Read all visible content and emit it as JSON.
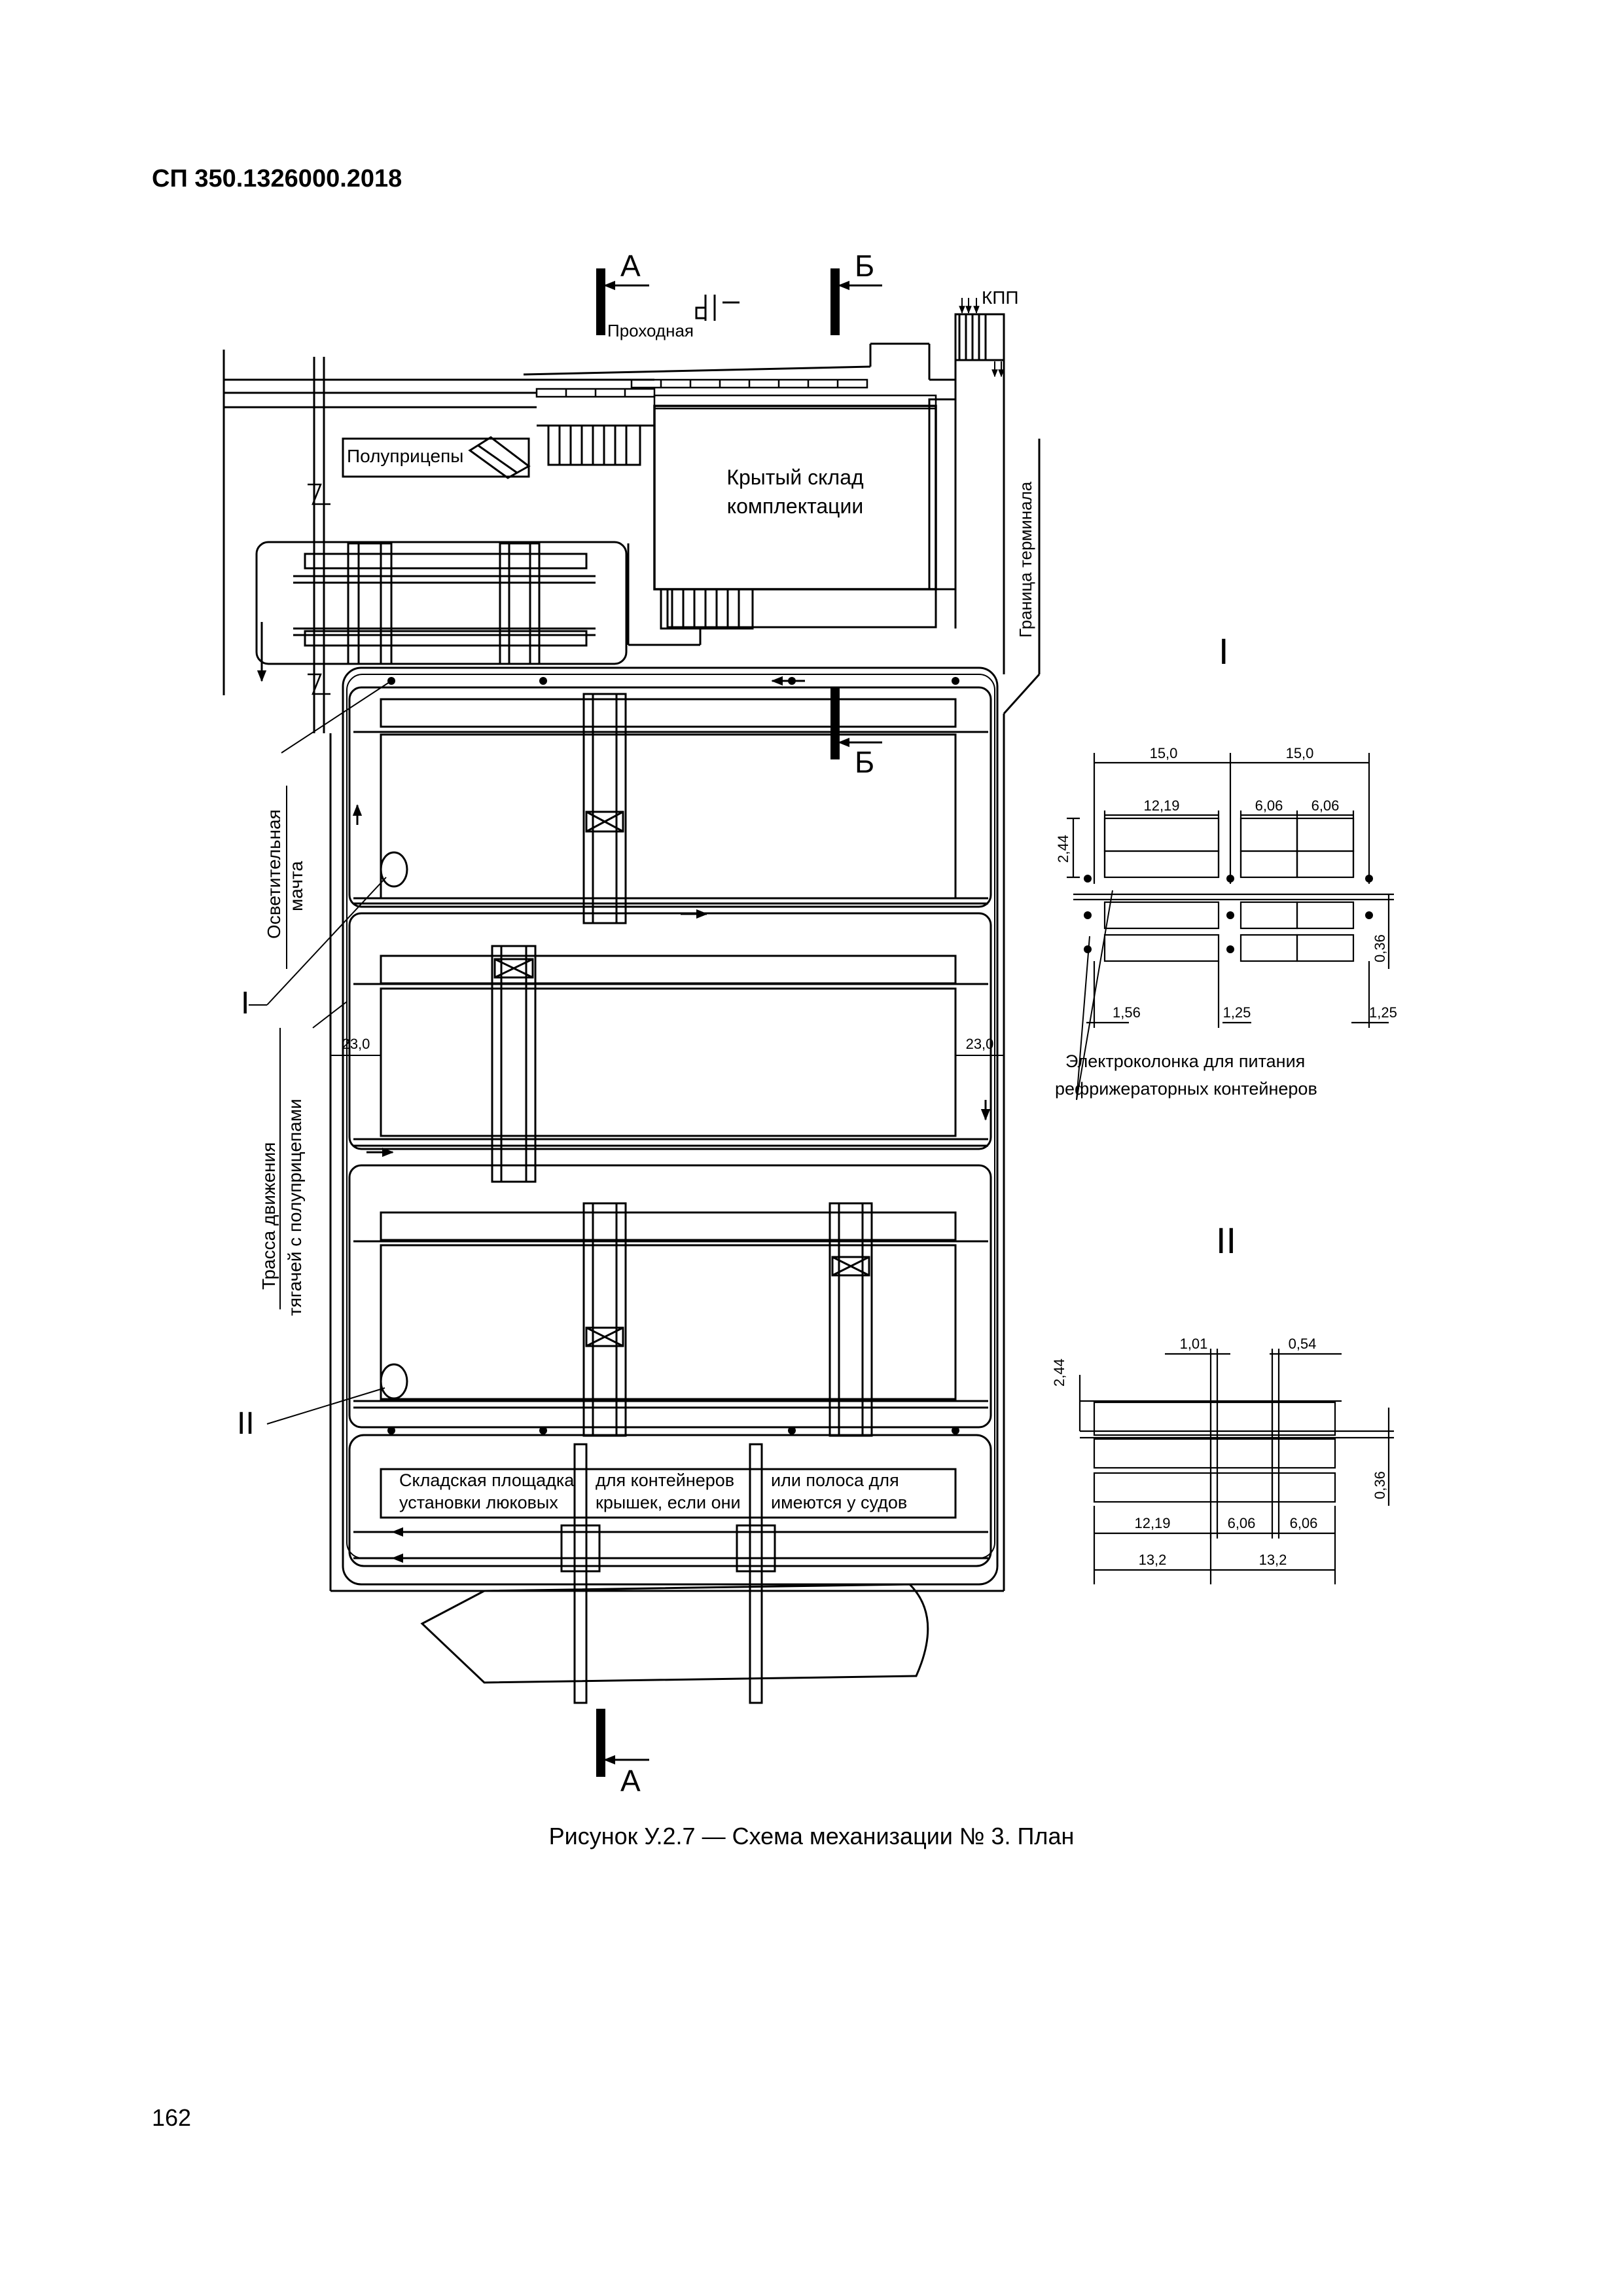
{
  "header": {
    "doc_code": "СП 350.1326000.2018"
  },
  "page": {
    "number": "162"
  },
  "figure": {
    "caption": "Рисунок У.2.7  — Схема механизации № 3. План"
  },
  "labels": {
    "section_a": "А",
    "section_b": "Б",
    "checkpoint": "Проходная",
    "kpp": "КПП",
    "semitrailers": "Полуприцепы",
    "warehouse_line1": "Крытый склад",
    "warehouse_line2": "комплектации",
    "terminal_boundary": "Граница терминала",
    "lighting_mast_line1": "Осветительная",
    "lighting_mast_line2": "мачта",
    "route_line1": "Трасса движения",
    "route_line2": "тягачей с полуприцепами",
    "hatch_area_line1_part1": "Складская площадка",
    "hatch_area_line1_part2": "для контейнеров",
    "hatch_area_line1_part3": "или полоса для",
    "hatch_area_line2_part1": "установки люковых",
    "hatch_area_line2_part2": "крышек, если они",
    "hatch_area_line2_part3": "имеются у судов",
    "roman_1": "I",
    "roman_2": "II",
    "dim_23_left": "23,0",
    "dim_23_right": "23,0",
    "electro_line1": "Электроколонка для питания",
    "electro_line2": "рефрижераторных контейнеров"
  },
  "detail_1": {
    "dims": {
      "d15a": "15,0",
      "d15b": "15,0",
      "d1219": "12,19",
      "d606a": "6,06",
      "d606b": "6,06",
      "d244": "2,44",
      "d036": "0,36",
      "d156": "1,56",
      "d125a": "1,25",
      "d125b": "1,25"
    }
  },
  "detail_2": {
    "dims": {
      "d101": "1,01",
      "d054": "0,54",
      "d244": "2,44",
      "d036": "0,36",
      "d1219": "12,19",
      "d606a": "6,06",
      "d606b": "6,06",
      "d132a": "13,2",
      "d132b": "13,2"
    }
  }
}
